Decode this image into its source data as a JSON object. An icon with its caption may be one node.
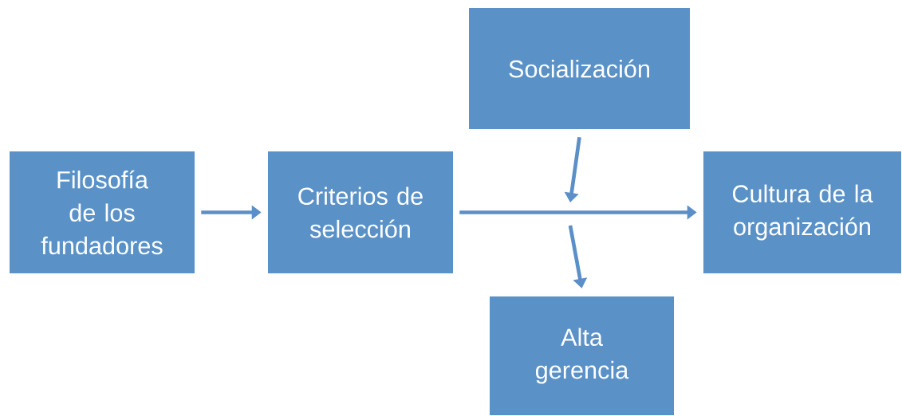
{
  "diagram": {
    "nodes": [
      {
        "text": [
          "Filosofía de los fundadores"
        ]
      },
      {
        "text": [
          "Criterios de selección"
        ]
      },
      {
        "text": [
          "Socialización"
        ]
      },
      {
        "text": [
          "Cultura de la organización"
        ]
      },
      {
        "text": [
          "Alta gerencia"
        ]
      }
    ],
    "edges": [
      {
        "from": 0,
        "to": 1,
        "arrow": "to"
      },
      {
        "from": 1,
        "to": 3,
        "arrow": "to"
      },
      {
        "from": 2,
        "to": null,
        "arrow": "to"
      },
      {
        "from": null,
        "to": 4,
        "arrow": "to"
      }
    ]
  }
}
